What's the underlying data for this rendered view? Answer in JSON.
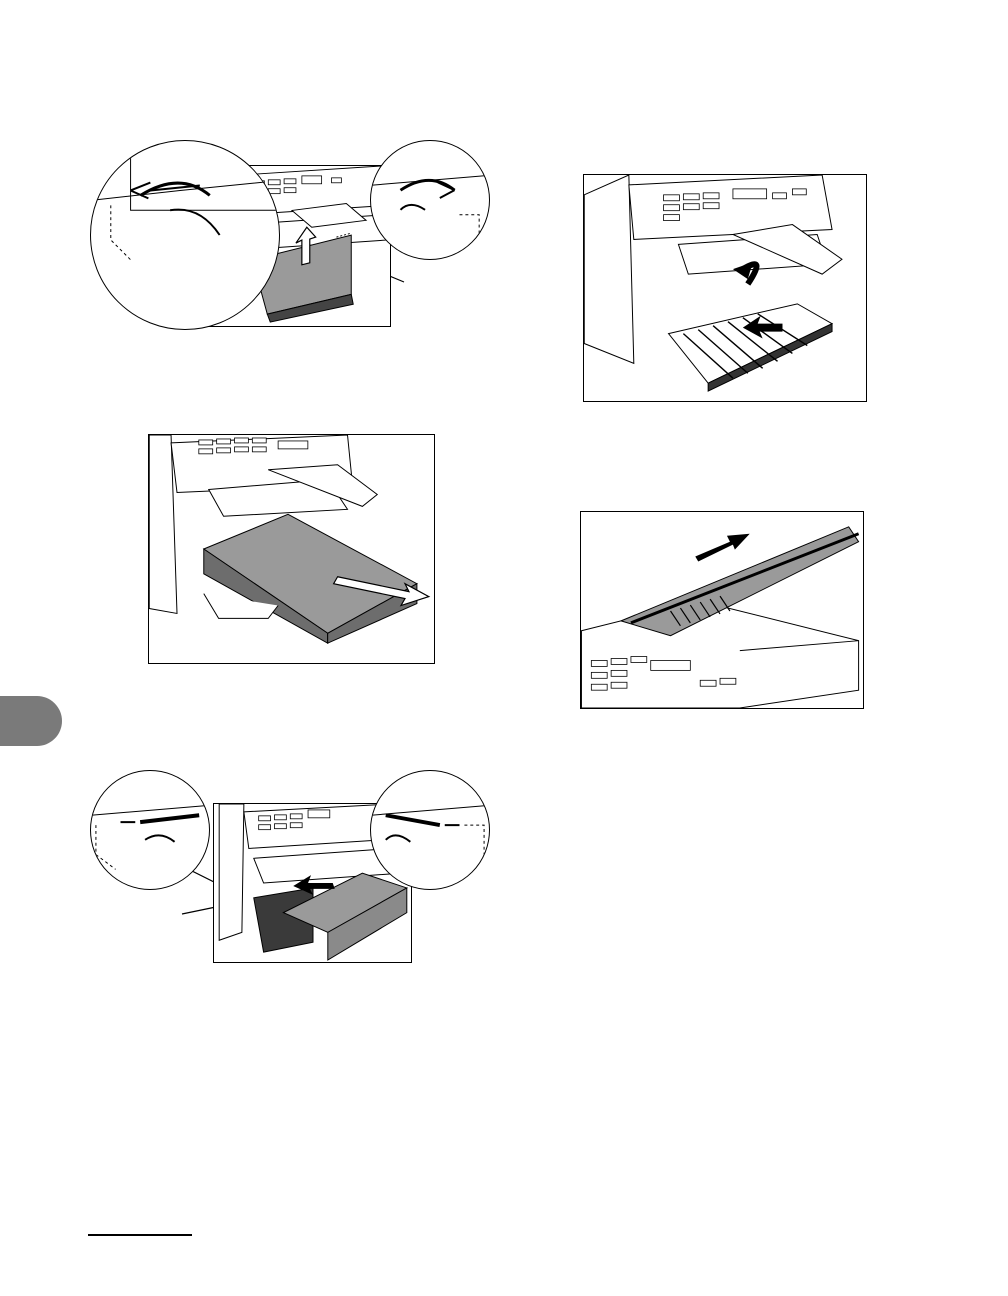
{
  "page": {
    "illustrations": [
      {
        "id": "fig-1",
        "depicts": "tray-cover-removal-with-guide-callouts"
      },
      {
        "id": "fig-2",
        "depicts": "paper-stack-removal"
      },
      {
        "id": "fig-3",
        "depicts": "tray-cover-attach-with-guide-callouts"
      },
      {
        "id": "fig-4",
        "depicts": "paper-tray-pull-out"
      },
      {
        "id": "fig-5",
        "depicts": "adf-cover-open"
      }
    ],
    "colors": {
      "line": "#000000",
      "tab": "#7a7a7a",
      "paper": "#9a9a9a"
    }
  }
}
